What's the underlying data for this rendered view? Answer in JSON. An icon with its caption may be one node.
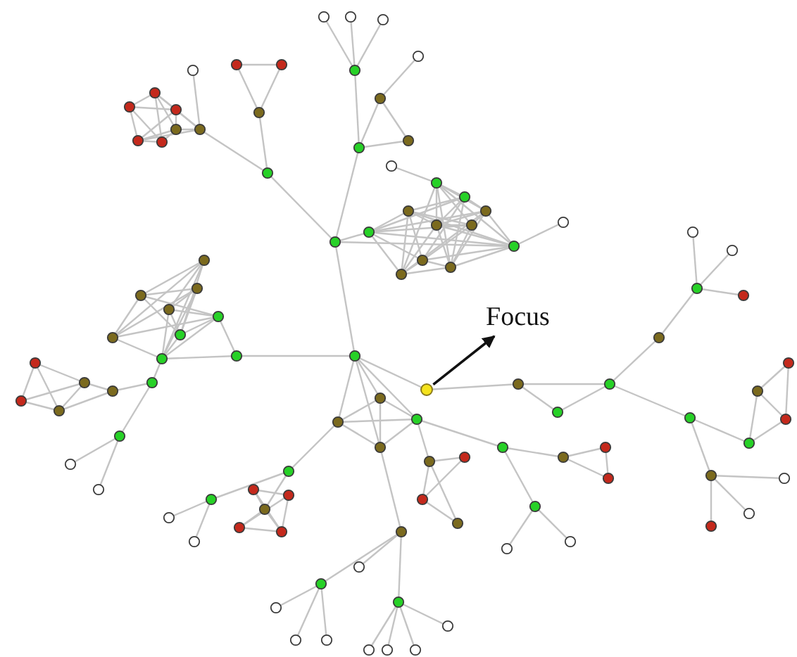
{
  "diagram": {
    "nodes": [
      {
        "text": [
          "Focus"
        ]
      },
      {
        "text": [],
        "shape": "circle"
      }
    ],
    "edges": [
      {
        "from": 1,
        "to": 0,
        "arrow": "to"
      }
    ]
  }
}
